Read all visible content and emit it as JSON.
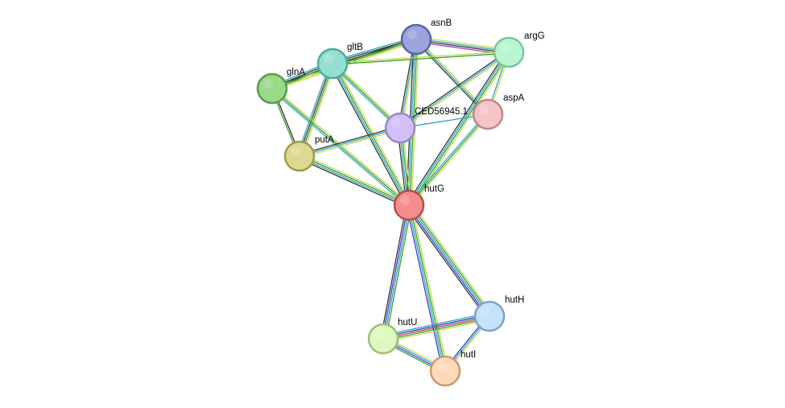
{
  "network": {
    "nodes": [
      {
        "id": "asnB",
        "label": "asnB",
        "fill": "#9ba4dc",
        "stroke": "#5b64a8"
      },
      {
        "id": "argG",
        "label": "argG",
        "fill": "#b9f5d2",
        "stroke": "#7cc49a"
      },
      {
        "id": "gltB",
        "label": "gltB",
        "fill": "#94dfd4",
        "stroke": "#52a89c"
      },
      {
        "id": "glnA",
        "label": "glnA",
        "fill": "#97da87",
        "stroke": "#5b9a4c"
      },
      {
        "id": "aspA",
        "label": "aspA",
        "fill": "#f6c4c6",
        "stroke": "#c08588"
      },
      {
        "id": "CED56945.1",
        "label": "CED56945.1",
        "fill": "#d2bff8",
        "stroke": "#9a86c8"
      },
      {
        "id": "putA",
        "label": "putA",
        "fill": "#dcd991",
        "stroke": "#9f9a4e"
      },
      {
        "id": "hutG",
        "label": "hutG",
        "fill": "#f58c8e",
        "stroke": "#b8494c"
      },
      {
        "id": "hutH",
        "label": "hutH",
        "fill": "#c4e3fa",
        "stroke": "#7ea3c3"
      },
      {
        "id": "hutU",
        "label": "hutU",
        "fill": "#dff8c0",
        "stroke": "#9cc17a"
      },
      {
        "id": "hutI",
        "label": "hutI",
        "fill": "#fdd9b8",
        "stroke": "#c69a72"
      }
    ],
    "edges": [
      {
        "source": "asnB",
        "target": "gltB",
        "colors": [
          "#c8d94a",
          "#2e9e2e",
          "#333333",
          "#2aa6c2"
        ]
      },
      {
        "source": "asnB",
        "target": "glnA",
        "colors": [
          "#c8d94a",
          "#2e9e2e",
          "#333333"
        ]
      },
      {
        "source": "asnB",
        "target": "argG",
        "colors": [
          "#c8d94a",
          "#2aa6c2",
          "#333333",
          "#b033b8"
        ]
      },
      {
        "source": "asnB",
        "target": "aspA",
        "colors": [
          "#c8d94a",
          "#2aa6c2",
          "#333333"
        ]
      },
      {
        "source": "asnB",
        "target": "CED56945.1",
        "colors": [
          "#c8d94a",
          "#2aa6c2",
          "#333333"
        ]
      },
      {
        "source": "asnB",
        "target": "hutG",
        "colors": [
          "#c8d94a",
          "#2e9e2e",
          "#2aa6c2",
          "#333333"
        ]
      },
      {
        "source": "gltB",
        "target": "argG",
        "colors": [
          "#c8d94a",
          "#2e9e2e"
        ]
      },
      {
        "source": "gltB",
        "target": "glnA",
        "colors": [
          "#c8d94a",
          "#2e9e2e",
          "#333333",
          "#2aa6c2"
        ]
      },
      {
        "source": "gltB",
        "target": "putA",
        "colors": [
          "#c8d94a",
          "#2e9e2e",
          "#333333",
          "#2aa6c2"
        ]
      },
      {
        "source": "gltB",
        "target": "hutG",
        "colors": [
          "#c8d94a",
          "#2e9e2e",
          "#2aa6c2",
          "#333333"
        ]
      },
      {
        "source": "gltB",
        "target": "CED56945.1",
        "colors": [
          "#c8d94a",
          "#2e9e2e",
          "#2aa6c2"
        ]
      },
      {
        "source": "glnA",
        "target": "putA",
        "colors": [
          "#333333",
          "#2e9e2e"
        ]
      },
      {
        "source": "glnA",
        "target": "hutG",
        "colors": [
          "#c8d94a",
          "#2e9e2e",
          "#2aa6c2"
        ]
      },
      {
        "source": "argG",
        "target": "aspA",
        "colors": [
          "#c8d94a",
          "#2aa6c2"
        ]
      },
      {
        "source": "argG",
        "target": "CED56945.1",
        "colors": [
          "#c8d94a",
          "#2aa6c2",
          "#333333"
        ]
      },
      {
        "source": "argG",
        "target": "hutG",
        "colors": [
          "#c8d94a",
          "#2e9e2e",
          "#2aa6c2",
          "#333333"
        ]
      },
      {
        "source": "aspA",
        "target": "hutG",
        "colors": [
          "#c8d94a",
          "#2e9e2e",
          "#2aa6c2"
        ]
      },
      {
        "source": "aspA",
        "target": "CED56945.1",
        "colors": [
          "#2aa6c2"
        ]
      },
      {
        "source": "CED56945.1",
        "target": "putA",
        "colors": [
          "#c8d94a",
          "#2aa6c2",
          "#333333"
        ]
      },
      {
        "source": "CED56945.1",
        "target": "hutG",
        "colors": [
          "#c8d94a",
          "#2e9e2e",
          "#2aa6c2",
          "#333333"
        ]
      },
      {
        "source": "putA",
        "target": "hutG",
        "colors": [
          "#c8d94a",
          "#2e9e2e",
          "#2aa6c2",
          "#333333"
        ]
      },
      {
        "source": "hutG",
        "target": "hutH",
        "colors": [
          "#c8d94a",
          "#2e9e2e",
          "#2aa6c2",
          "#3a3ac8",
          "#333333"
        ]
      },
      {
        "source": "hutG",
        "target": "hutU",
        "colors": [
          "#2e9e2e",
          "#2aa6c2",
          "#3a3ac8",
          "#333333"
        ]
      },
      {
        "source": "hutG",
        "target": "hutI",
        "colors": [
          "#c8d94a",
          "#2e9e2e",
          "#2aa6c2",
          "#3a3ac8"
        ]
      },
      {
        "source": "hutH",
        "target": "hutU",
        "colors": [
          "#c8d94a",
          "#2e9e2e",
          "#c83a3a",
          "#3a3ac8",
          "#2aa6c2"
        ]
      },
      {
        "source": "hutH",
        "target": "hutI",
        "colors": [
          "#c8d94a",
          "#2aa6c2",
          "#3a3ac8"
        ]
      },
      {
        "source": "hutU",
        "target": "hutI",
        "colors": [
          "#c8d94a",
          "#2aa6c2",
          "#3a3ac8",
          "#2e9e2e"
        ]
      }
    ]
  }
}
